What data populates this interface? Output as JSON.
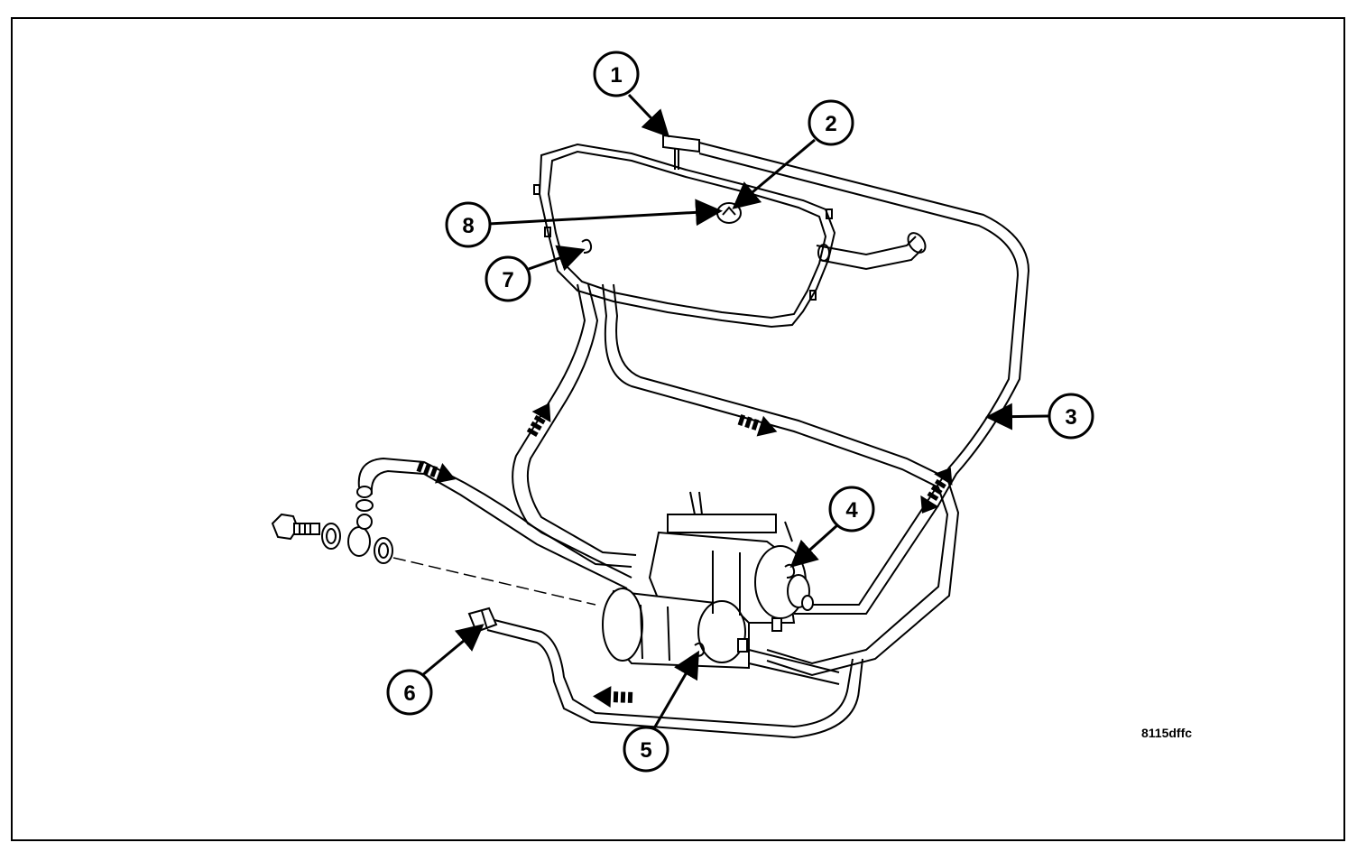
{
  "diagram": {
    "callouts": [
      {
        "id": "callout-1",
        "label": "1"
      },
      {
        "id": "callout-2",
        "label": "2"
      },
      {
        "id": "callout-3",
        "label": "3"
      },
      {
        "id": "callout-4",
        "label": "4"
      },
      {
        "id": "callout-5",
        "label": "5"
      },
      {
        "id": "callout-6",
        "label": "6"
      },
      {
        "id": "callout-7",
        "label": "7"
      },
      {
        "id": "callout-8",
        "label": "8"
      }
    ],
    "figure_code": "8115dffc"
  },
  "colors": {
    "ink": "#000000",
    "paper": "#ffffff"
  }
}
